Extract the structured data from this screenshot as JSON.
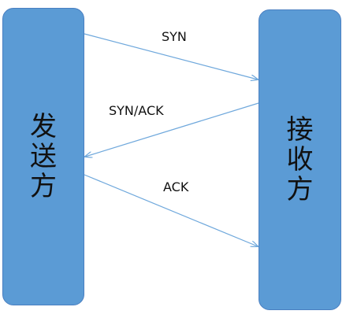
{
  "colors": {
    "box_fill": "#5b9bd5",
    "arrow": "#6fa8dc"
  },
  "parties": {
    "sender": [
      "发",
      "送",
      "方"
    ],
    "receiver": [
      "接",
      "收",
      "方"
    ]
  },
  "messages": {
    "syn": "SYN",
    "syn_ack": "SYN/ACK",
    "ack": "ACK"
  }
}
